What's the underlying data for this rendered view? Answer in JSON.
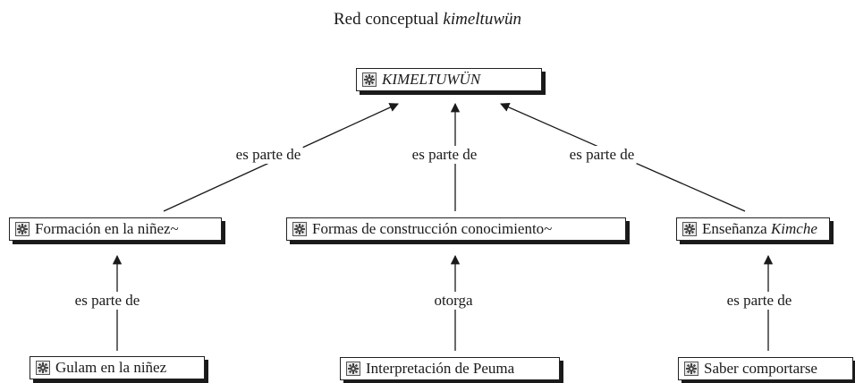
{
  "title": {
    "text": "Red conceptual",
    "italic": "kimeltuwün"
  },
  "nodes": {
    "root": {
      "label": "KIMELTUWÜN"
    },
    "formacion": {
      "label": "Formación en la niñez~"
    },
    "formas": {
      "label": "Formas de construcción conocimiento~"
    },
    "ensenanza": {
      "label": "Enseñanza",
      "italic": "Kimche"
    },
    "gulam": {
      "label": "Gulam en la niñez"
    },
    "peuma": {
      "label": "Interpretación de Peuma"
    },
    "saber": {
      "label": "Saber comportarse"
    }
  },
  "links": {
    "l1": "es parte de",
    "l2": "es parte de",
    "l3": "es parte de",
    "l4": "es parte de",
    "l5": "otorga",
    "l6": "es parte de"
  },
  "icon": "concept-node-icon"
}
